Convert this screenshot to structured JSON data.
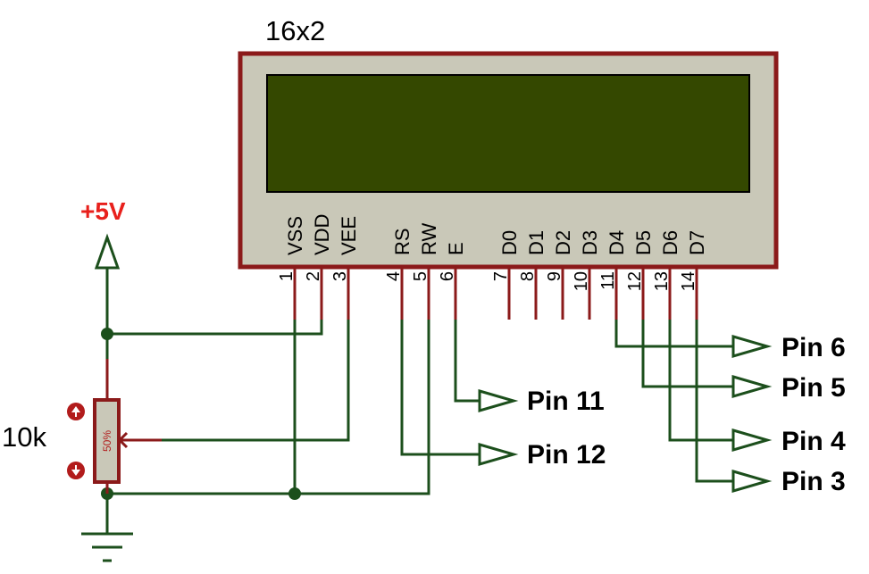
{
  "lcd": {
    "model": "16x2",
    "pins": [
      {
        "num": "1",
        "name": "VSS"
      },
      {
        "num": "2",
        "name": "VDD"
      },
      {
        "num": "3",
        "name": "VEE"
      },
      {
        "num": "4",
        "name": "RS"
      },
      {
        "num": "5",
        "name": "RW"
      },
      {
        "num": "6",
        "name": "E"
      },
      {
        "num": "7",
        "name": "D0"
      },
      {
        "num": "8",
        "name": "D1"
      },
      {
        "num": "9",
        "name": "D2"
      },
      {
        "num": "10",
        "name": "D3"
      },
      {
        "num": "11",
        "name": "D4"
      },
      {
        "num": "12",
        "name": "D5"
      },
      {
        "num": "13",
        "name": "D6"
      },
      {
        "num": "14",
        "name": "D7"
      }
    ]
  },
  "power": {
    "label": "+5V"
  },
  "potentiometer": {
    "value": "10k",
    "wiper_label": "50%"
  },
  "outputs": {
    "e": "Pin 11",
    "rs": "Pin 12",
    "d4": "Pin 6",
    "d5": "Pin 5",
    "d6": "Pin 4",
    "d7": "Pin 3"
  },
  "colors": {
    "wire": "#1c4f1c",
    "lcd_frame": "#8b1a1a",
    "lcd_body": "#c9c8b8",
    "lcd_screen": "#344800",
    "power_label": "#e8201c",
    "pot_body": "#c9c8b8",
    "pot_mark": "#b21c1c"
  }
}
